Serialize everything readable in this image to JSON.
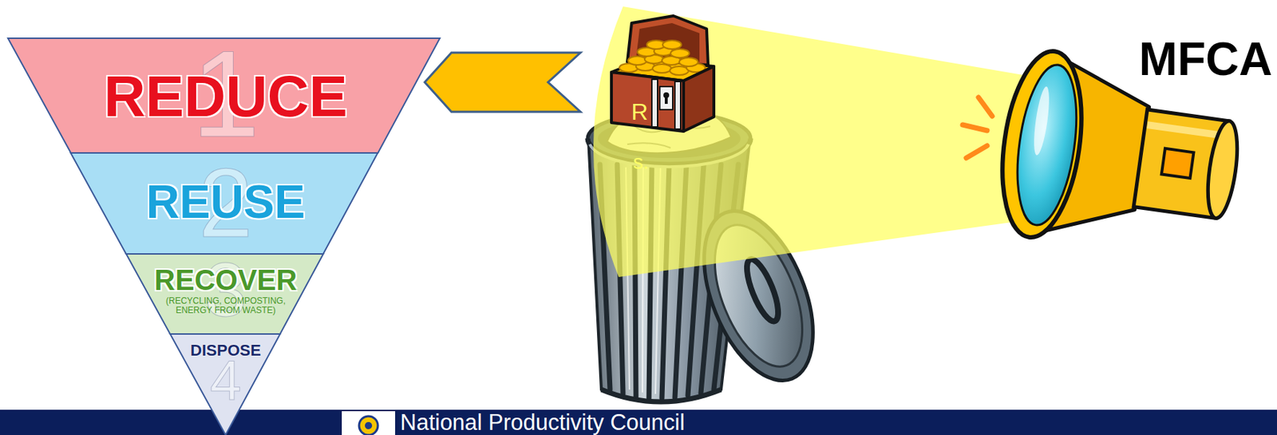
{
  "diagram": {
    "nodes": [
      {
        "text": [
          "REDUCE",
          "1"
        ]
      },
      {
        "text": [
          "REUSE",
          "2"
        ]
      },
      {
        "text": [
          "RECOVER",
          "(RECYCLING, COMPOSTING, ENERGY FROM WASTE)",
          "3"
        ]
      },
      {
        "text": [
          "DISPOSE",
          "4"
        ]
      },
      {
        "text": [
          "R"
        ]
      },
      {
        "text": [
          "s."
        ]
      }
    ],
    "edges": [
      {
        "from": 4,
        "to": 0,
        "arrow": "to"
      }
    ],
    "labels": [
      "MFCA",
      "National Productivity Council"
    ]
  }
}
